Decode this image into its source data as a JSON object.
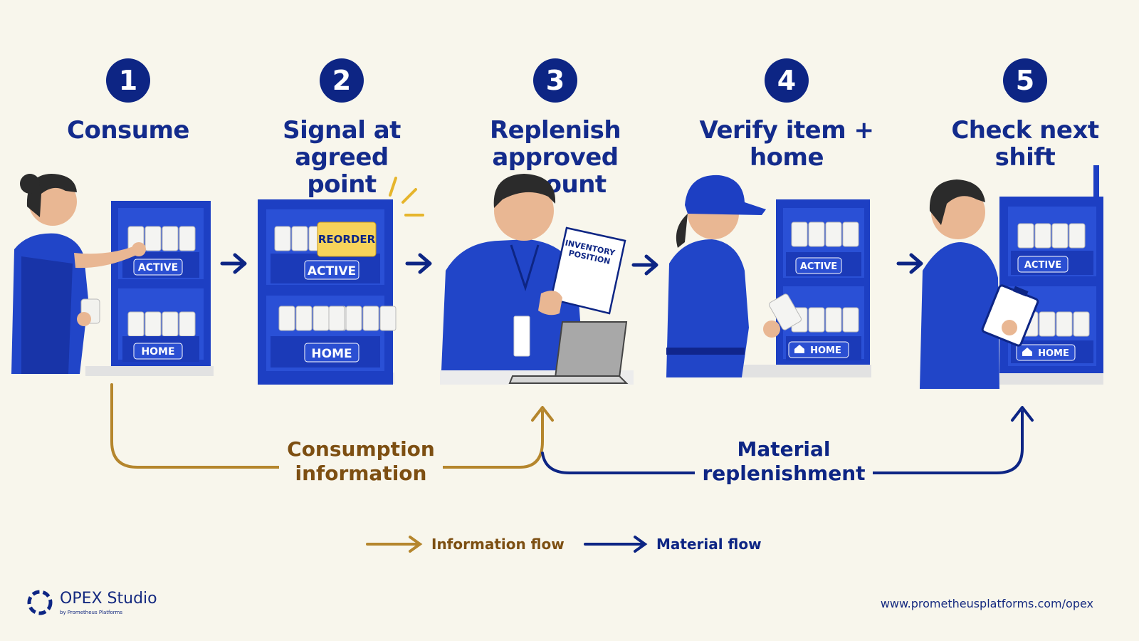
{
  "steps": [
    {
      "number": "1",
      "title": "Consume"
    },
    {
      "number": "2",
      "title": "Signal at\nagreed point"
    },
    {
      "number": "3",
      "title": "Replenish\napproved amount"
    },
    {
      "number": "4",
      "title": "Verify item + home"
    },
    {
      "number": "5",
      "title": "Check next shift"
    }
  ],
  "shelf_labels": {
    "active": "ACTIVE",
    "home": "HOME",
    "reorder": "REORDER"
  },
  "inventory_card": "INVENTORY\nPOSITION",
  "flows": {
    "information": "Consumption\ninformation",
    "material": "Material\nreplenishment"
  },
  "legend": {
    "information": "Information flow",
    "material": "Material flow"
  },
  "brand": {
    "name": "OPEX Studio",
    "tagline": "by Prometheus Platforms"
  },
  "url": "www.prometheusplatforms.com/opex",
  "colors": {
    "navy": "#0d2584",
    "blue": "#1c3fc4",
    "gold": "#b5862d",
    "text_blue": "#132b8c",
    "gold_text": "#7d4f12",
    "background": "#f8f6ec"
  }
}
